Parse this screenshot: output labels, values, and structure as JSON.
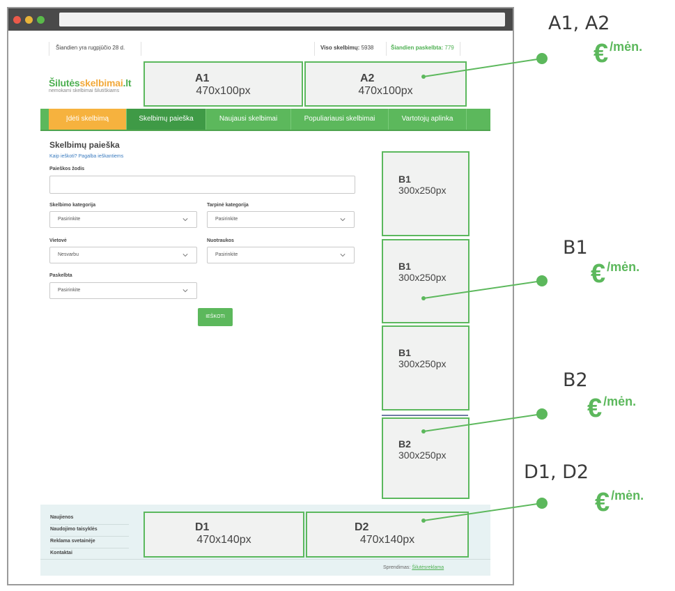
{
  "infobar": {
    "date": "Šiandien yra rugpjūčio 28 d.",
    "total_label": "Viso skelbimų:",
    "total_value": "5938",
    "today_label": "Šiandien paskelbta:",
    "today_value": "779"
  },
  "logo": {
    "part1": "Šilutės",
    "part2": "skelbimai",
    "part3": ".lt",
    "tagline": "nemokami skelbimai šilutiškiams"
  },
  "ads": {
    "a1": {
      "title": "A1",
      "size": "470x100px"
    },
    "a2": {
      "title": "A2",
      "size": "470x100px"
    },
    "b1": {
      "title": "B1",
      "size": "300x250px"
    },
    "b2": {
      "title": "B2",
      "size": "300x250px"
    },
    "d1": {
      "title": "D1",
      "size": "470x140px"
    },
    "d2": {
      "title": "D2",
      "size": "470x140px"
    }
  },
  "nav": [
    "Įdėti skelbimą",
    "Skelbimų paieška",
    "Naujausi skelbimai",
    "Populiariausi skelbimai",
    "Vartotojų aplinka"
  ],
  "search": {
    "title": "Skelbimų paieška",
    "help": "Kaip ieškoti? Pagalba ieškantiems",
    "keyword_label": "Paieškos žodis",
    "category_label": "Skelbimo kategorija",
    "category_value": "Pasirinkite",
    "subcategory_label": "Tarpinė kategorija",
    "subcategory_value": "Pasirinkite",
    "location_label": "Vietovė",
    "location_value": "Nesvarbu",
    "photos_label": "Nuotraukos",
    "photos_value": "Pasirinkite",
    "published_label": "Paskelbta",
    "published_value": "Pasirinkite",
    "button": "IEŠKOTI"
  },
  "footer": {
    "links": [
      "Naujienos",
      "Naudojimo taisyklės",
      "Reklama svetainėje",
      "Kontaktai"
    ],
    "credit_label": "Sprendimas:",
    "credit_link": "Šilutėsreklama"
  },
  "annotations": {
    "a": "A1, A2",
    "b1": "B1",
    "b2": "B2",
    "d": "D1, D2",
    "currency": "€",
    "per": "/mėn."
  },
  "colors": {
    "green": "#5cb85c",
    "orange": "#f6b23e",
    "dark_green": "#3f9a46"
  }
}
